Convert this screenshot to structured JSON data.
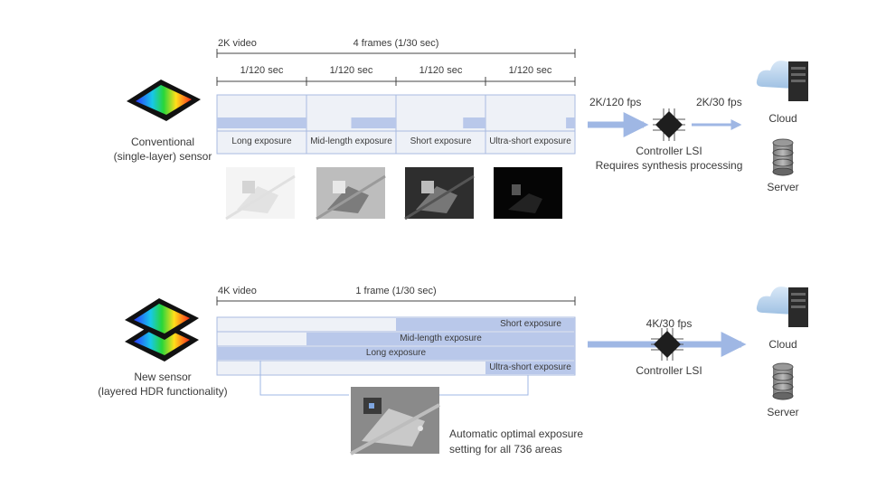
{
  "colors": {
    "bar": "#b9c8ea",
    "panel": "#eef1f7",
    "panel_border": "#a9bbe0",
    "arrow": "#9fb7e4",
    "text": "#3a3a3a"
  },
  "conventional": {
    "timeline_left_label": "2K video",
    "timeline_center_label": "4 frames (1/30 sec)",
    "frame_duration_labels": [
      "1/120 sec",
      "1/120 sec",
      "1/120 sec",
      "1/120 sec"
    ],
    "exposure_labels": [
      "Long exposure",
      "Mid-length exposure",
      "Short exposure",
      "Ultra-short exposure"
    ],
    "exposure_fill": [
      1.0,
      0.5,
      0.25,
      0.1
    ],
    "sensor_label_line1": "Conventional",
    "sensor_label_line2": "(single-layer) sensor",
    "input_rate": "2K/120 fps",
    "output_rate": "2K/30 fps",
    "controller_label": "Controller LSI",
    "controller_note": "Requires synthesis processing",
    "cloud_label": "Cloud",
    "server_label": "Server",
    "sample_image_icons": [
      "house-long-exposure",
      "house-mid-exposure",
      "house-short-exposure",
      "house-ultra-short-exposure"
    ]
  },
  "layered": {
    "timeline_left_label": "4K video",
    "timeline_center_label": "1 frame (1/30 sec)",
    "exposure_labels": [
      "Short exposure",
      "Mid-length exposure",
      "Long exposure",
      "Ultra-short exposure"
    ],
    "exposure_fill": [
      0.5,
      0.75,
      1.0,
      0.25
    ],
    "sensor_label_line1": "New sensor",
    "sensor_label_line2": "(layered HDR functionality)",
    "rate": "4K/30 fps",
    "controller_label": "Controller LSI",
    "hdr_note_line1": "Automatic optimal exposure",
    "hdr_note_line2": "setting for all 736 areas",
    "cloud_label": "Cloud",
    "server_label": "Server",
    "sample_image_icon": "house-hdr"
  }
}
